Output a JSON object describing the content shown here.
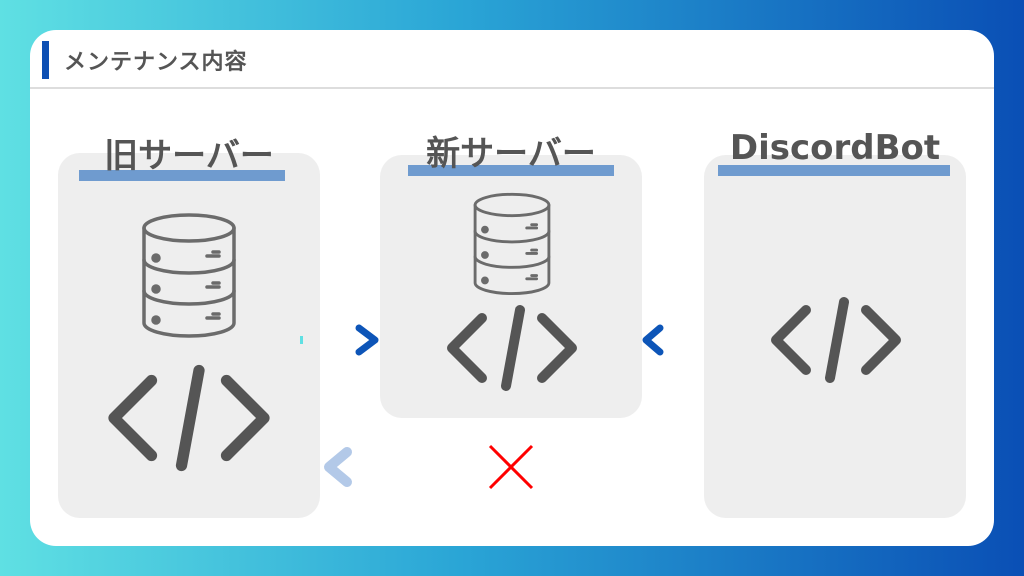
{
  "header": {
    "title": "メンテナンス内容",
    "accent_color": "#0d4fb3"
  },
  "panels": [
    {
      "title": "旧サーバー",
      "icons": [
        "database-icon",
        "code-icon"
      ]
    },
    {
      "title": "新サーバー",
      "icons": [
        "database-icon",
        "code-icon"
      ]
    },
    {
      "title": "DiscordBot",
      "icons": [
        "code-icon"
      ]
    }
  ],
  "arrows": [
    {
      "from": "旧サーバー",
      "to": "新サーバー",
      "style": "dotted"
    },
    {
      "from": "DiscordBot",
      "to": "新サーバー",
      "style": "solid"
    },
    {
      "from": "DiscordBot",
      "to": "旧サーバー",
      "style": "dotted-faded",
      "blocked": true
    }
  ],
  "colors": {
    "blocked": "#ff0000",
    "bar": "#6f9bcf"
  }
}
